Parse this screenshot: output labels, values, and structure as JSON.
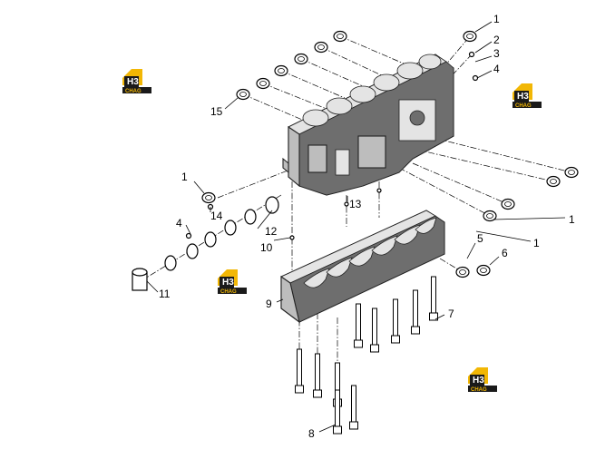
{
  "callouts": {
    "c1a": "1",
    "c2": "2",
    "c3": "3",
    "c4a": "4",
    "c15": "15",
    "c1b": "1",
    "c14": "14",
    "c13": "13",
    "c4b": "4",
    "c12": "12",
    "c10": "10",
    "c1c": "1",
    "c1d": "1",
    "c5": "5",
    "c6": "6",
    "c11": "11",
    "c9": "9",
    "c7": "7",
    "c8": "8"
  },
  "watermark": {
    "logo_text": "H3",
    "brand_text": "CHAG",
    "color": "#f2b705",
    "dark": "#1a1a1a"
  }
}
